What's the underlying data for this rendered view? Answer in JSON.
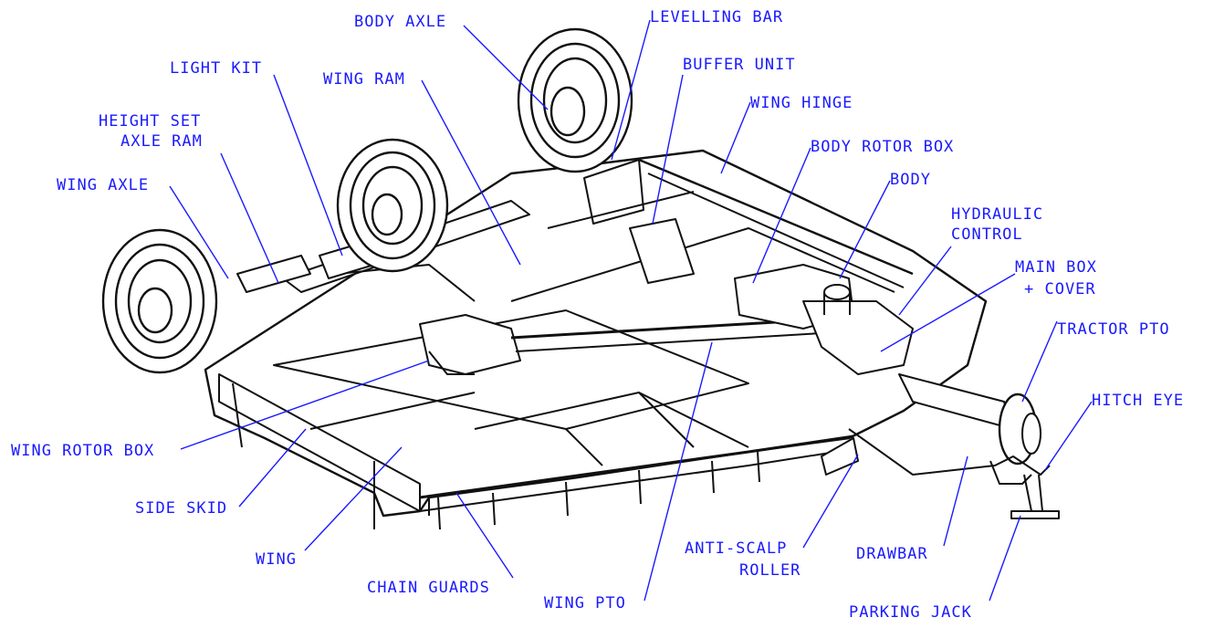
{
  "colors": {
    "label": "#1a1aff",
    "leader": "#1a1aff",
    "drawing": "#111111",
    "background": "#ffffff"
  },
  "labels": {
    "body_axle": "BODY AXLE",
    "levelling_bar": "LEVELLING BAR",
    "buffer_unit": "BUFFER UNIT",
    "wing_hinge": "WING HINGE",
    "light_kit": "LIGHT KIT",
    "wing_ram": "WING RAM",
    "height_set": "HEIGHT SET",
    "axle_ram": "AXLE RAM",
    "wing_axle": "WING AXLE",
    "body_rotor_box": "BODY ROTOR BOX",
    "body": "BODY",
    "hydraulic": "HYDRAULIC",
    "control": "CONTROL",
    "main_box": "MAIN BOX",
    "cover": "+ COVER",
    "tractor_pto": "TRACTOR PTO",
    "hitch_eye": "HITCH EYE",
    "wing_rotor_box": "WING ROTOR BOX",
    "side_skid": "SIDE SKID",
    "wing": "WING",
    "chain_guards": "CHAIN GUARDS",
    "wing_pto": "WING PTO",
    "anti_scalp": "ANTI-SCALP",
    "roller": "ROLLER",
    "drawbar": "DRAWBAR",
    "parking_jack": "PARKING JACK"
  }
}
